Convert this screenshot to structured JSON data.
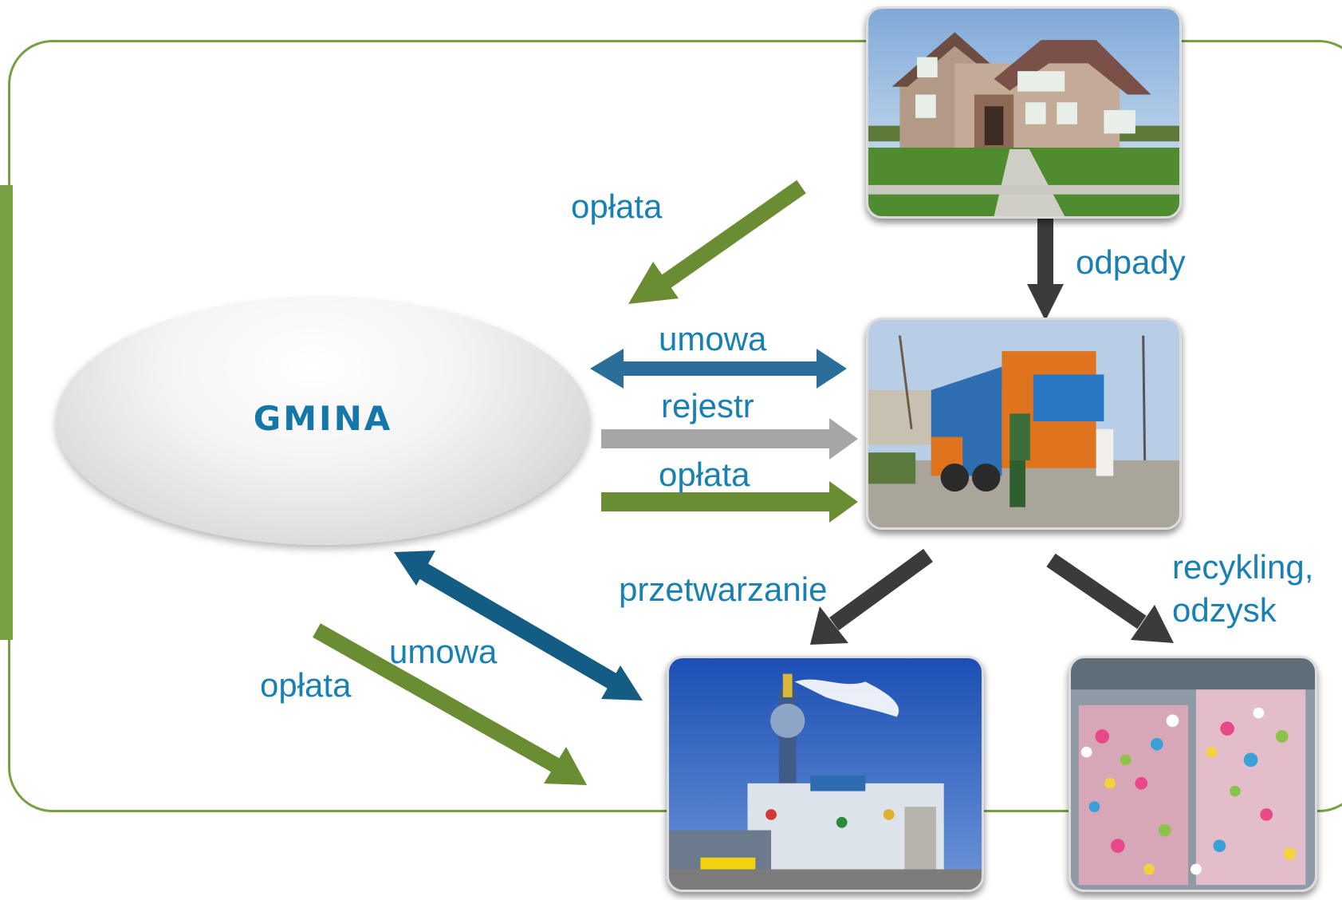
{
  "center": {
    "label": "GMINA"
  },
  "labels": {
    "oplata_top": "opłata",
    "odpady": "odpady",
    "umowa_mid": "umowa",
    "rejestr": "rejestr",
    "oplata_mid": "opłata",
    "przetwarzanie": "przetwarzanie",
    "recykling_line1": "recykling,",
    "recykling_line2": "odzysk",
    "umowa_bottom": "umowa",
    "oplata_bottom": "opłata"
  },
  "colors": {
    "frame_green": "#77a040",
    "label_blue": "#1980b4",
    "gmina_blue": "#1576a8",
    "arrow_green": "#6a8c32",
    "arrow_teal": "#2c6e9a",
    "arrow_navy": "#135d84",
    "arrow_gray": "#a6a6a6",
    "arrow_dark": "#3b3b3b"
  },
  "icons": {
    "house": "house-photo",
    "truck": "garbage-truck-photo",
    "plant": "incineration-plant-photo",
    "recycling": "recycling-bales-photo"
  }
}
